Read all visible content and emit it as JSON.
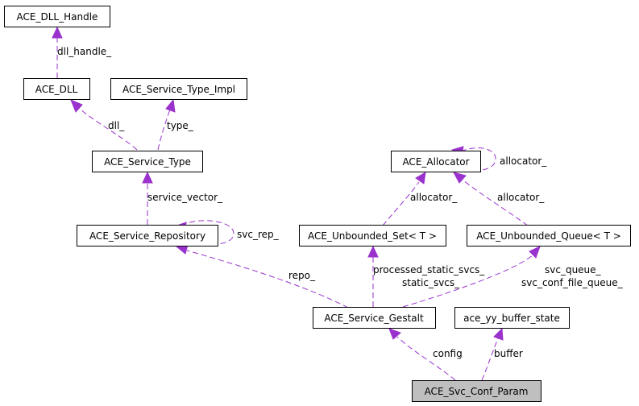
{
  "nodes": {
    "dll_handle": "ACE_DLL_Handle",
    "dll": "ACE_DLL",
    "service_type_impl": "ACE_Service_Type_Impl",
    "service_type": "ACE_Service_Type",
    "service_repository": "ACE_Service_Repository",
    "allocator": "ACE_Allocator",
    "unbounded_set": "ACE_Unbounded_Set< T >",
    "unbounded_queue": "ACE_Unbounded_Queue< T >",
    "service_gestalt": "ACE_Service_Gestalt",
    "yy_buffer_state": "ace_yy_buffer_state",
    "svc_conf_param": "ACE_Svc_Conf_Param"
  },
  "edge_labels": {
    "dll_handle": "dll_handle_",
    "dll": "dll_",
    "type": "type_",
    "service_vector": "service_vector_",
    "svc_rep": "svc_rep_",
    "allocator_self": "allocator_",
    "allocator_set": "allocator_",
    "allocator_queue": "allocator_",
    "repo": "repo_",
    "processed_static_svcs": "processed_static_svcs_",
    "static_svcs": "static_svcs_",
    "svc_queue": "svc_queue_",
    "svc_conf_file_queue": "svc_conf_file_queue_",
    "config": "config",
    "buffer": "buffer"
  },
  "colors": {
    "edge": "#9a32cd",
    "focus_node_fill": "#bfbfbf",
    "node_border": "#000000"
  }
}
